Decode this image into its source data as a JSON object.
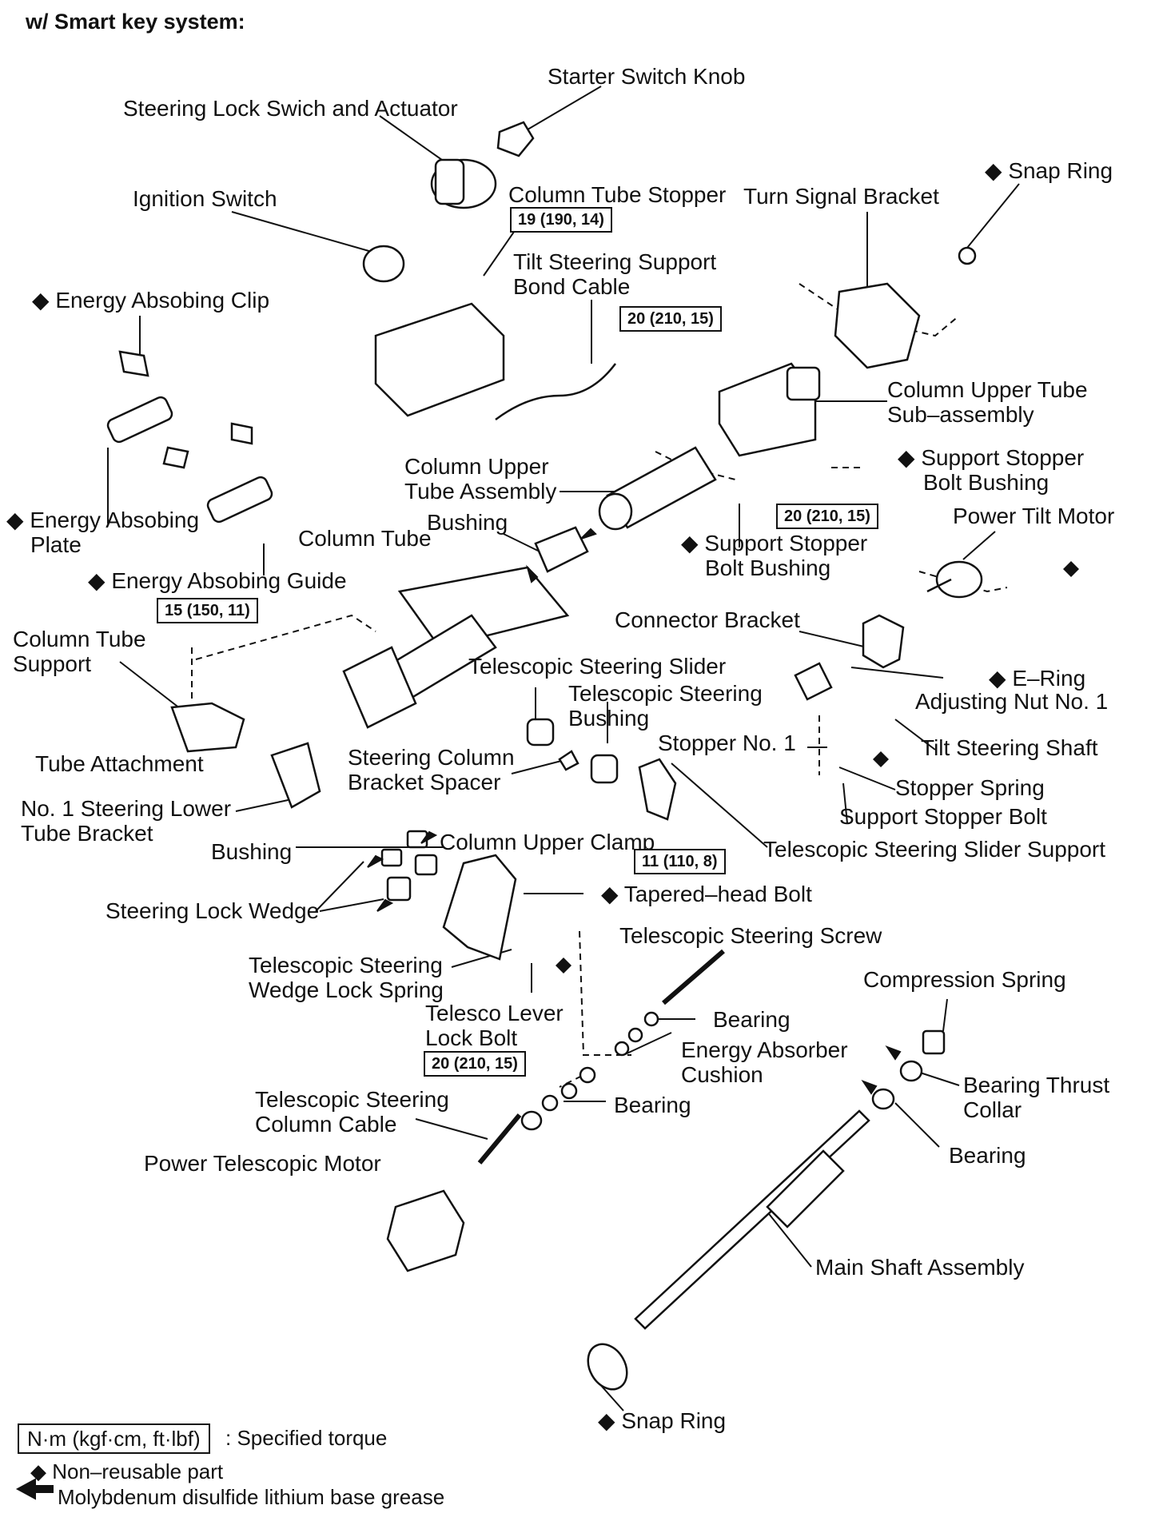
{
  "title": "w/ Smart key system:",
  "labels": {
    "starter_switch_knob": "Starter Switch Knob",
    "steering_lock_switch": "Steering Lock Swich and Actuator",
    "ignition_switch": "Ignition Switch",
    "column_tube_stopper": "Column Tube Stopper",
    "turn_signal_bracket": "Turn Signal Bracket",
    "snap_ring_top": "◆ Snap Ring",
    "tilt_support_bond_cable_1": "Tilt Steering Support",
    "tilt_support_bond_cable_2": "Bond Cable",
    "energy_clip": "◆ Energy Absobing Clip",
    "column_upper_tube_sub_1": "Column Upper Tube",
    "column_upper_tube_sub_2": "Sub–assembly",
    "column_upper_tube_assy_1": "Column Upper",
    "column_upper_tube_assy_2": "Tube Assembly",
    "support_stopper_bushing_r1": "◆ Support Stopper",
    "support_stopper_bushing_r2": "Bolt Bushing",
    "energy_plate_1": "◆ Energy Absobing",
    "energy_plate_2": "Plate",
    "bushing_mid": "Bushing",
    "column_tube": "Column Tube",
    "power_tilt_motor": "Power Tilt Motor",
    "support_stopper_bushing_m1": "◆ Support Stopper",
    "support_stopper_bushing_m2": "Bolt Bushing",
    "energy_guide": "◆ Energy Absobing Guide",
    "column_tube_support_1": "Column Tube",
    "column_tube_support_2": "Support",
    "connector_bracket": "Connector Bracket",
    "telescopic_slider": "Telescopic Steering Slider",
    "telescopic_bushing_1": "Telescopic Steering",
    "telescopic_bushing_2": "Bushing",
    "e_ring": "◆ E–Ring",
    "adjusting_nut": "Adjusting Nut No. 1",
    "tube_attachment": "Tube Attachment",
    "bracket_spacer_1": "Steering Column",
    "bracket_spacer_2": "Bracket Spacer",
    "stopper_no1": "Stopper No. 1",
    "tilt_steering_shaft": "Tilt Steering Shaft",
    "stopper_spring": "Stopper Spring",
    "lower_tube_bracket_1": "No. 1 Steering Lower",
    "lower_tube_bracket_2": "Tube Bracket",
    "support_stopper_bolt": "Support Stopper Bolt",
    "bushing_low": "Bushing",
    "column_upper_clamp": "Column Upper Clamp",
    "slider_support": "Telescopic Steering Slider Support",
    "tapered_bolt": "◆ Tapered–head Bolt",
    "steering_lock_wedge": "Steering Lock Wedge",
    "telescopic_screw": "Telescopic Steering Screw",
    "wedge_lock_spring_1": "Telescopic Steering",
    "wedge_lock_spring_2": "Wedge Lock Spring",
    "compression_spring": "Compression Spring",
    "lever_lock_bolt_1": "Telesco Lever",
    "lever_lock_bolt_2": "Lock Bolt",
    "bearing_1": "Bearing",
    "energy_cushion_1": "Energy Absorber",
    "energy_cushion_2": "Cushion",
    "bearing_thrust_1": "Bearing Thrust",
    "bearing_thrust_2": "Collar",
    "column_cable_1": "Telescopic Steering",
    "column_cable_2": "Column Cable",
    "bearing_2": "Bearing",
    "bearing_3": "Bearing",
    "power_telescopic_motor": "Power Telescopic Motor",
    "main_shaft": "Main Shaft Assembly",
    "snap_ring_bottom": "◆ Snap Ring"
  },
  "torques": {
    "t1": "19 (190, 14)",
    "t2": "20 (210, 15)",
    "t3": "20 (210, 15)",
    "t4": "15 (150, 11)",
    "t5": "11 (110, 8)",
    "t6": "20 (210, 15)"
  },
  "legend": {
    "torque_unit": "N·m (kgf·cm, ft·lbf)",
    "torque_text": ": Specified torque",
    "nonreusable": "◆ Non–reusable part",
    "grease": "Molybdenum disulfide lithium base grease"
  }
}
